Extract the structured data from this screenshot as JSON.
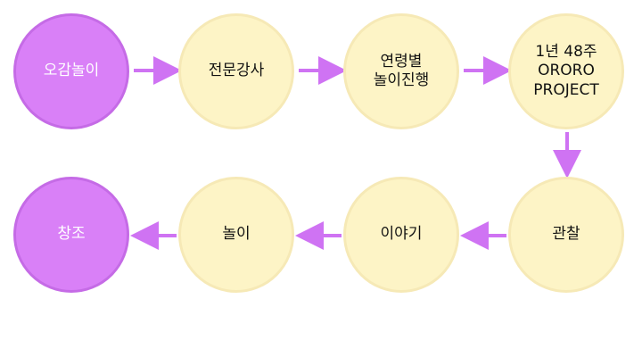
{
  "colors": {
    "endpoint_fill": "#d980f7",
    "endpoint_border": "#c56be6",
    "step_fill": "#fdf4c6",
    "step_border": "#f6e9b6",
    "arrow": "#cf73f3"
  },
  "nodes": [
    {
      "label": "오감놀이",
      "kind": "endpoint"
    },
    {
      "label": "전문강사",
      "kind": "step"
    },
    {
      "label": "연령별\n놀이진행",
      "kind": "step"
    },
    {
      "label": "1년 48주\nORORO\nPROJECT",
      "kind": "step"
    },
    {
      "label": "관찰",
      "kind": "step"
    },
    {
      "label": "이야기",
      "kind": "step"
    },
    {
      "label": "놀이",
      "kind": "step"
    },
    {
      "label": "창조",
      "kind": "endpoint"
    }
  ]
}
